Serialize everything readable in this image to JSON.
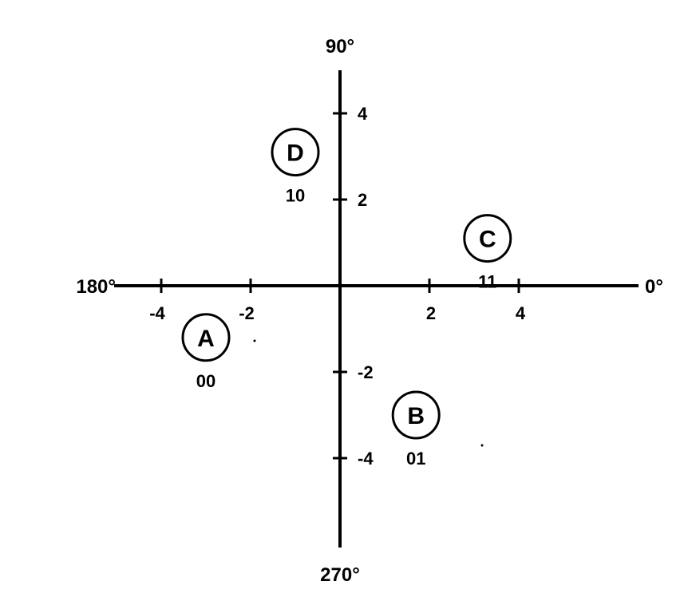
{
  "chart_data": {
    "type": "scatter",
    "title": "",
    "xlabel": "",
    "ylabel": "",
    "xlim": [
      -5,
      7
    ],
    "ylim": [
      -6,
      5
    ],
    "angle_labels": {
      "right": "0°",
      "top": "90°",
      "left": "180°",
      "bottom": "270°"
    },
    "x_ticks": [
      {
        "value": -4,
        "label": "-4"
      },
      {
        "value": -2,
        "label": "-2"
      },
      {
        "value": 2,
        "label": "2"
      },
      {
        "value": 4,
        "label": "4"
      }
    ],
    "y_ticks": [
      {
        "value": 4,
        "label": "4"
      },
      {
        "value": 2,
        "label": "2"
      },
      {
        "value": -2,
        "label": "-2"
      },
      {
        "value": -4,
        "label": "-4"
      }
    ],
    "points": [
      {
        "letter": "A",
        "code": "00",
        "x": -3,
        "y": -1.2
      },
      {
        "letter": "B",
        "code": "01",
        "x": 1.7,
        "y": -3.0
      },
      {
        "letter": "C",
        "code": "11",
        "x": 3.3,
        "y": 1.1
      },
      {
        "letter": "D",
        "code": "10",
        "x": -1.0,
        "y": 3.1
      }
    ],
    "colors": {
      "ink": "#000000",
      "background": "#ffffff"
    }
  }
}
